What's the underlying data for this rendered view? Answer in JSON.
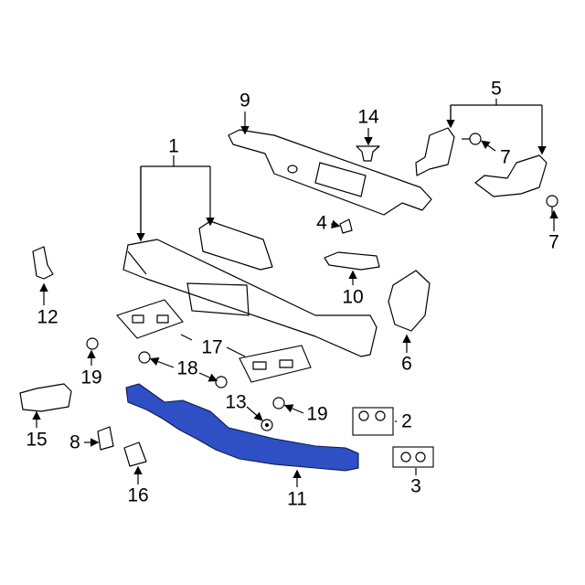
{
  "title": "Rear Bumper Components Diagram",
  "colors": {
    "accent": "#2f4fc4",
    "line": "#000000",
    "background": "#ffffff"
  },
  "callouts": [
    {
      "id": "c1",
      "text": "1"
    },
    {
      "id": "c9",
      "text": "9"
    },
    {
      "id": "c14",
      "text": "14"
    },
    {
      "id": "c5",
      "text": "5"
    },
    {
      "id": "c7a",
      "text": "7"
    },
    {
      "id": "c7b",
      "text": "7"
    },
    {
      "id": "c4",
      "text": "4"
    },
    {
      "id": "c10",
      "text": "10"
    },
    {
      "id": "c6",
      "text": "6"
    },
    {
      "id": "c12",
      "text": "12"
    },
    {
      "id": "c17",
      "text": "17"
    },
    {
      "id": "c18",
      "text": "18"
    },
    {
      "id": "c19a",
      "text": "19"
    },
    {
      "id": "c13",
      "text": "13"
    },
    {
      "id": "c19b",
      "text": "19"
    },
    {
      "id": "c2",
      "text": "2"
    },
    {
      "id": "c3",
      "text": "3"
    },
    {
      "id": "c15",
      "text": "15"
    },
    {
      "id": "c8",
      "text": "8"
    },
    {
      "id": "c16",
      "text": "16"
    },
    {
      "id": "c11",
      "text": "11"
    }
  ]
}
